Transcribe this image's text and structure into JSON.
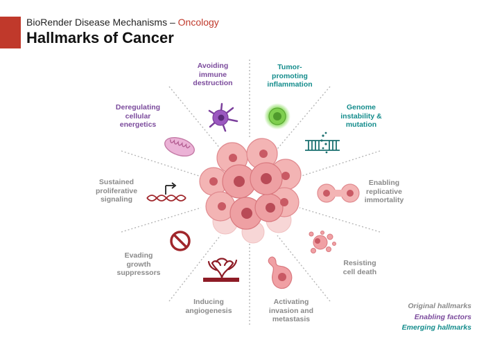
{
  "header": {
    "subtitle_prefix": "BioRender Disease Mechanisms – ",
    "subtitle_accent": "Oncology",
    "title": "Hallmarks of Cancer"
  },
  "colors": {
    "original": "#8a8a8a",
    "enabling": "#7b4b9c",
    "emerging": "#148c8c",
    "brand": "#c0392b",
    "tumor": "#e8858a"
  },
  "hallmarks": {
    "immune": "Avoiding\nimmune\ndestruction",
    "inflammation": "Tumor-\npromoting\ninflammation",
    "energetics": "Deregulating\ncellular\nenergetics",
    "genome": "Genome\ninstability &\nmutation",
    "proliferative": "Sustained\nproliferative\nsignaling",
    "replicative": "Enabling\nreplicative\nimmortality",
    "growth": "Evading\ngrowth\nsuppressors",
    "cell_death": "Resisting\ncell death",
    "angiogenesis": "Inducing\nangiogenesis",
    "invasion": "Activating\ninvasion and\nmetastasis"
  },
  "legend": {
    "original": "Original hallmarks",
    "enabling": "Enabling factors",
    "emerging": "Emerging hallmarks"
  },
  "icons": [
    "dendritic-cell-icon",
    "inflamed-cell-icon",
    "mitochondrion-icon",
    "dna-mutation-icon",
    "dna-signaling-icon",
    "dividing-cell-icon",
    "prohibition-icon",
    "apoptotic-cell-icon",
    "blood-vessel-icon",
    "migrating-cell-icon",
    "tumor-mass-icon"
  ]
}
